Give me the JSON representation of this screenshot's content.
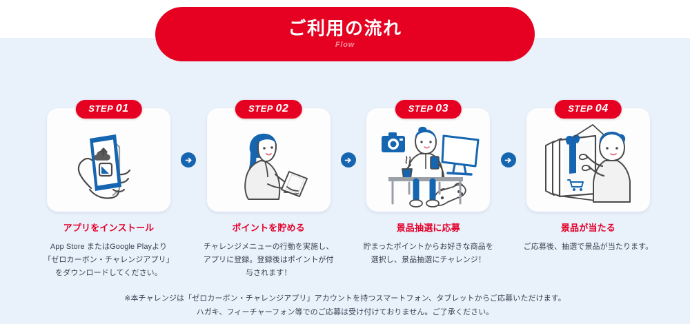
{
  "header": {
    "title": "ご利用の流れ",
    "subtitle": "Flow",
    "bg_color": "#e60021",
    "title_color": "#ffffff",
    "subtitle_color": "#f4909c"
  },
  "page": {
    "background_color": "#ffffff",
    "band_color": "#e9f1fb",
    "accent_red": "#e3002a",
    "accent_blue": "#1565b0"
  },
  "steps": [
    {
      "badge_label": "STEP",
      "badge_number": "01",
      "icon": "hand-holding-phone-download-icon",
      "heading": "アプリをインストール",
      "description": "App Store またはGoogle Playより「ゼロカーボン・チャレンジアプリ」をダウンロードしてください。",
      "description_lines": [
        "App Store またはGoogle Playより",
        "「ゼロカーボン・チャレンジアプリ」",
        "をダウンロードしてください。"
      ]
    },
    {
      "badge_label": "STEP",
      "badge_number": "02",
      "icon": "person-using-smartphone-icon",
      "heading": "ポイントを貯める",
      "description": "チャレンジメニューの行動を実施し、アプリに登録。登録後はポイントが付与されます！",
      "description_lines": [
        "チャレンジメニューの行動を実施し、",
        "アプリに登録。登録後はポイントが付",
        "与されます！"
      ]
    },
    {
      "badge_label": "STEP",
      "badge_number": "03",
      "icon": "person-at-desk-with-prizes-icon",
      "heading": "景品抽選に応募",
      "description": "貯まったポイントからお好きな商品を選択し、景品抽選にチャレンジ！",
      "description_lines": [
        "貯まったポイントからお好きな商品を",
        "選択し、景品抽選にチャレンジ！"
      ]
    },
    {
      "badge_label": "STEP",
      "badge_number": "04",
      "icon": "person-receiving-gift-icon",
      "heading": "景品が当たる",
      "description": "ご応募後、抽選で景品が当たります。",
      "description_lines": [
        "ご応募後、抽選で景品が当たります。"
      ]
    }
  ],
  "connector": {
    "icon": "arrow-right-icon",
    "count": 3
  },
  "footnote": {
    "lines": [
      "※本チャレンジは「ゼロカーボン・チャレンジアプリ」アカウントを持つスマートフォン、タブレットからご応募いただけます。",
      "ハガキ、フィーチャーフォン等でのご応募は受け付けておりません。ご了承ください。"
    ]
  }
}
